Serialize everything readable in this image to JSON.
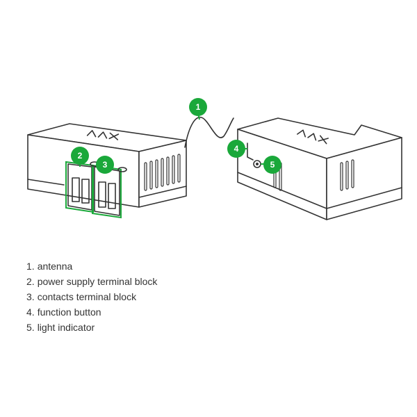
{
  "accent_color": "#1aa83a",
  "device_left": {
    "logo_icon": "ajax-logo-icon"
  },
  "device_right": {
    "logo_icon": "ajax-logo-icon"
  },
  "callouts": [
    {
      "number": "1",
      "target": "antenna"
    },
    {
      "number": "2",
      "target": "power supply terminal block"
    },
    {
      "number": "3",
      "target": "contacts terminal block"
    },
    {
      "number": "4",
      "target": "function button"
    },
    {
      "number": "5",
      "target": "light indicator"
    }
  ],
  "legend": [
    {
      "num": "1.",
      "label": "antenna"
    },
    {
      "num": "2.",
      "label": "power supply terminal block"
    },
    {
      "num": "3.",
      "label": "contacts terminal block"
    },
    {
      "num": "4.",
      "label": "function button"
    },
    {
      "num": "5.",
      "label": "light indicator"
    }
  ]
}
